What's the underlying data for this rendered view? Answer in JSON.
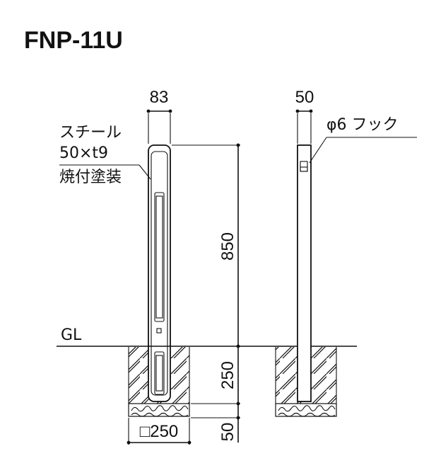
{
  "title": "FNP-11U",
  "front_view": {
    "width_dim": "83",
    "material_lines": [
      "スチール",
      "50×t9",
      "焼付塗装"
    ],
    "height_dim": "850",
    "embed_dim": "250",
    "gravel_dim": "50",
    "footing_dim": "□250",
    "ground_label": "GL"
  },
  "side_view": {
    "width_dim": "50",
    "hook_label": "φ6 フック"
  }
}
